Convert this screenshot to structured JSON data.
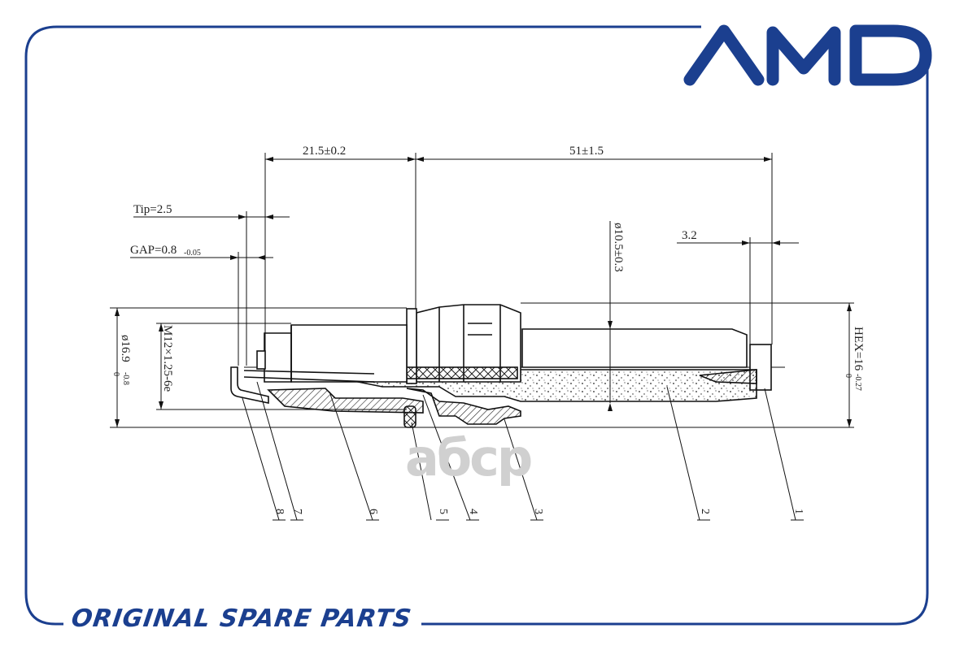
{
  "brand": {
    "logo_text": "AMD",
    "tagline": "ORIGINAL SPARE PARTS",
    "color": "#1b3f8f"
  },
  "watermark": "aбcp",
  "dimensions": {
    "d1": "21.5±0.2",
    "d2": "51±1.5",
    "tip": "Tip=2.5",
    "gap": "GAP=0.8",
    "gap_tol": "-0.05",
    "diam_ins": "ø10.5±0.3",
    "d32": "3.2",
    "hex": "HEX=16",
    "hex_up": "0",
    "hex_tol": "-0.27",
    "thread": "M12×1.25-6e",
    "diam_body": "ø16.9",
    "body_up": "0",
    "body_tol": "-0.8"
  },
  "callouts": [
    "8",
    "7",
    "6",
    "5",
    "4",
    "3",
    "2",
    "1"
  ]
}
